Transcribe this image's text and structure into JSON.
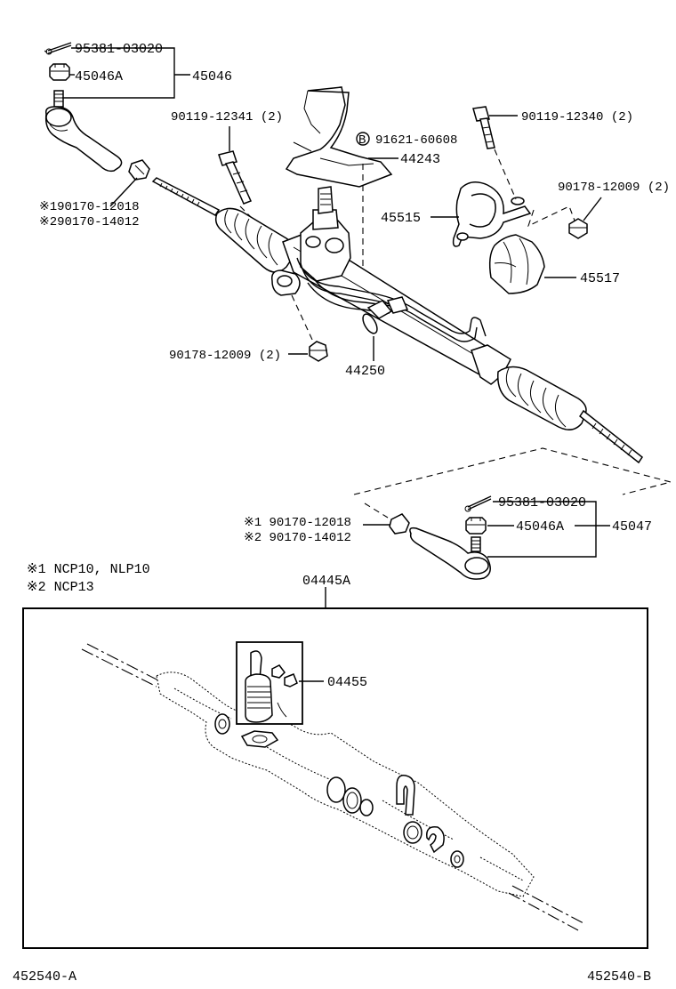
{
  "callouts": {
    "cotter_pin_1": "95381-03020",
    "nut_1": "45046A",
    "tie_rod_end_1": "45046",
    "bolt_1": "90119-12341 (2)",
    "bolt_2": "90119-12340 (2)",
    "bolt_2_mark": "B",
    "bolt_2_code": "91621-60608",
    "shield": "44243",
    "nut_2": "90178-12009 (2)",
    "nut_1_alt_1": "※190170-12018",
    "nut_1_alt_2": "※290170-14012",
    "bracket": "45515",
    "grommet": "45517",
    "nut_3": "90178-12009 (2)",
    "gear_assy": "44250",
    "cotter_pin_2": "95381-03020",
    "nut_4": "45046A",
    "tie_rod_end_2": "45047",
    "nut_4_alt_1": "※1 90170-12018",
    "nut_4_alt_2": "※2 90170-14012",
    "kit": "04445A",
    "kit_sub": "04455"
  },
  "notes": {
    "note_1": "※1 NCP10, NLP10",
    "note_2": "※2 NCP13"
  },
  "footer": {
    "left_code": "452540-A",
    "right_code": "452540-B"
  }
}
